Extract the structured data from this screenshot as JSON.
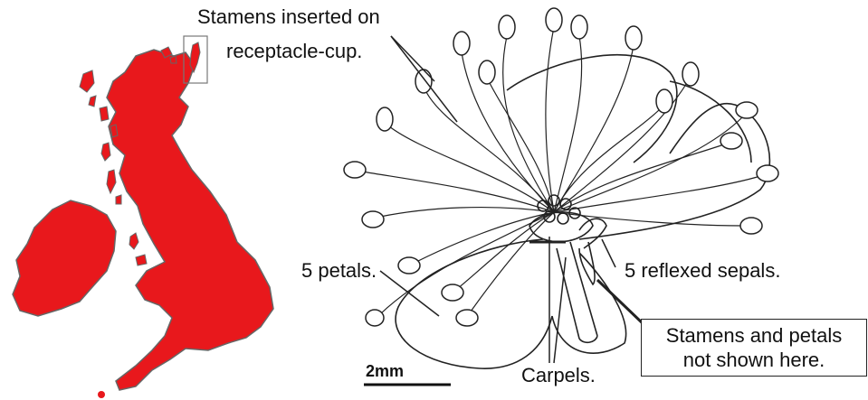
{
  "colors": {
    "map_fill": "#e8181c",
    "map_outline": "#555555",
    "line": "#222222"
  },
  "labels": {
    "stamens_line1": "Stamens inserted on",
    "stamens_line2": "receptacle-cup.",
    "petals": "5 petals.",
    "sepals": "5 reflexed sepals.",
    "carpels": "Carpels.",
    "scale": "2mm",
    "note_line1": "Stamens and petals",
    "note_line2": "not shown here."
  }
}
